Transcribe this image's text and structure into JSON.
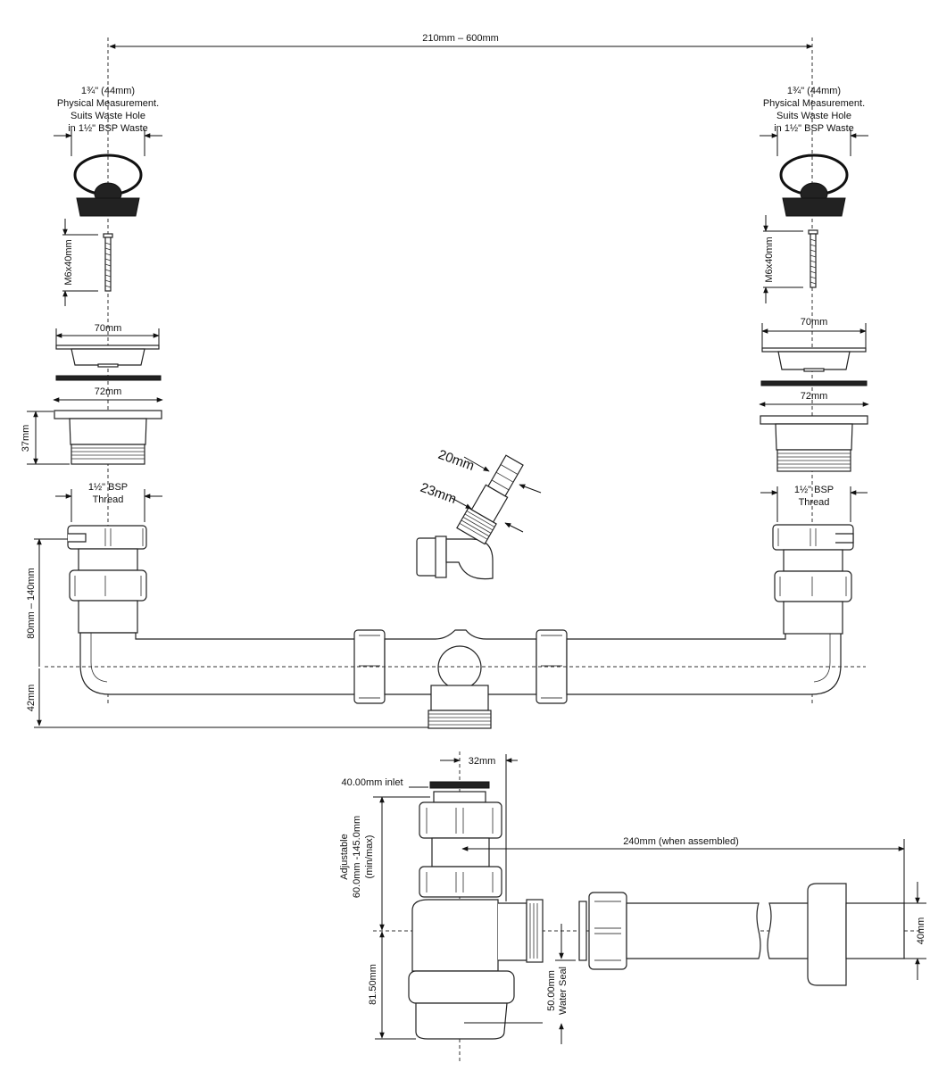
{
  "top_span": "210mm – 600mm",
  "left_assembly": {
    "plug_note_lines": [
      "1¾\" (44mm)",
      "Physical Measurement.",
      "Suits Waste Hole",
      "in 1½\" BSP Waste"
    ],
    "screw_label": "M6x40mm",
    "grate_label": "70mm",
    "flange_label": "72mm",
    "body_height_label": "37mm",
    "thread_label_lines": [
      "1½\" BSP",
      "Thread"
    ],
    "height_range_label": "80mm – 140mm",
    "lower_offset_label": "42mm"
  },
  "right_assembly": {
    "plug_note_lines": [
      "1¾\" (44mm)",
      "Physical Measurement.",
      "Suits Waste Hole",
      "in 1½\" BSP Waste"
    ],
    "screw_label": "M6x40mm",
    "grate_label": "70mm",
    "flange_label": "72mm",
    "thread_label_lines": [
      "1½\" BSP",
      "Thread"
    ]
  },
  "hose_spigot": {
    "outer_label": "20mm",
    "inner_label": "23mm"
  },
  "bottle_trap": {
    "inlet_offset_label": "32mm",
    "inlet_label": "40.00mm inlet",
    "adjustable_label_lines": [
      "Adjustable",
      "60.0mm -145.0mm",
      "(min/max)"
    ],
    "assembled_length_label": "240mm (when assembled)",
    "pipe_diameter_label": "40mm",
    "body_height_label": "81.50mm",
    "water_seal_label_lines": [
      "50.00mm",
      "Water Seal"
    ]
  }
}
